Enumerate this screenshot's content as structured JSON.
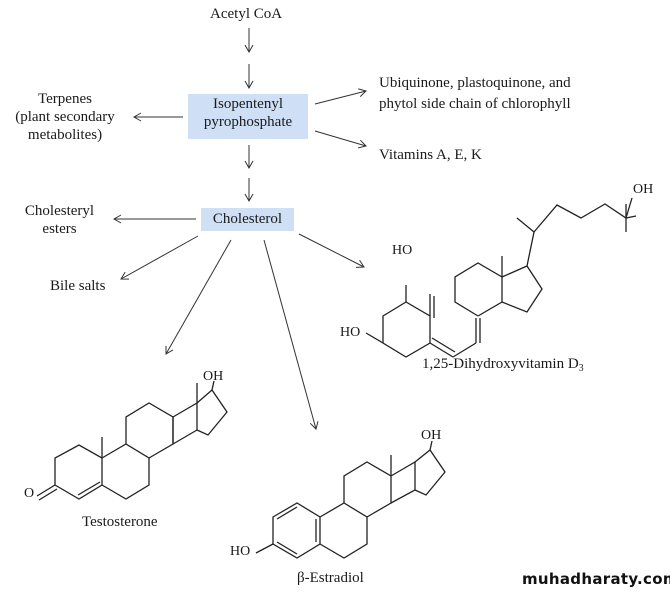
{
  "nodes": {
    "acetyl_coa": "Acetyl CoA",
    "ipp_line1": "Isopentenyl",
    "ipp_line2": "pyrophosphate",
    "cholesterol": "Cholesterol",
    "terpenes_line1": "Terpenes",
    "terpenes_line2": "(plant secondary",
    "terpenes_line3": "metabolites)",
    "ubiquinone_line1": "Ubiquinone, plastoquinone, and",
    "ubiquinone_line2": "phytol side chain of chlorophyll",
    "vitamins": "Vitamins A, E, K",
    "cholesteryl_line1": "Cholesteryl",
    "cholesteryl_line2": "esters",
    "bile_salts": "Bile salts",
    "vitamin_d_name": "1,25-Dihydroxyvitamin D",
    "vitamin_d_sub": "3",
    "testosterone": "Testosterone",
    "estradiol": "β-Estradiol"
  },
  "atoms": {
    "oh": "OH",
    "ho": "HO",
    "o": "O"
  },
  "colors": {
    "highlight_box": "#cfe0f6",
    "line": "#333333"
  },
  "watermark": "muhadharaty.com"
}
